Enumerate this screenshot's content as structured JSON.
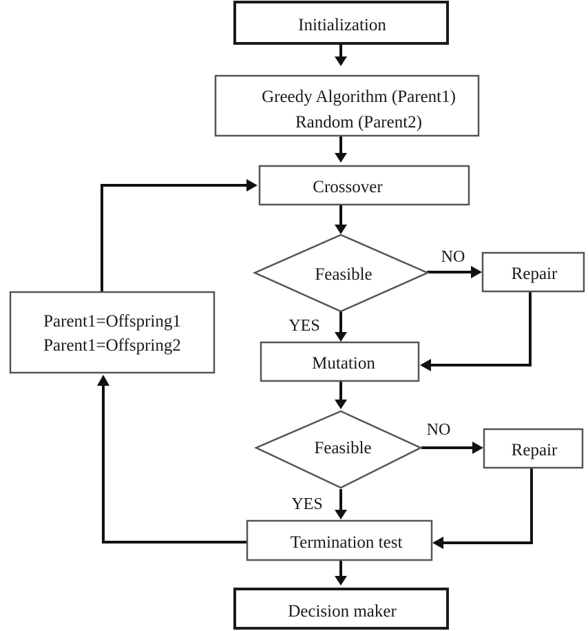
{
  "nodes": {
    "initialization": "Initialization",
    "init_strategy": [
      "Greedy Algorithm (Parent1)",
      "Random (Parent2)"
    ],
    "crossover": "Crossover",
    "feasible_1": "Feasible",
    "repair_1": "Repair",
    "mutation": "Mutation",
    "feasible_2": "Feasible",
    "repair_2": "Repair",
    "termination_test": "Termination test",
    "decision_maker": "Decision maker",
    "parent_update": [
      "Parent1=Offspring1",
      "Parent1=Offspring2"
    ]
  },
  "edge_labels": {
    "no_1": "NO",
    "yes_1": "YES",
    "no_2": "NO",
    "yes_2": "YES"
  },
  "colors": {
    "line": "#111111",
    "box_border": "#555555",
    "text": "#1a1a1a",
    "background": "#ffffff"
  }
}
